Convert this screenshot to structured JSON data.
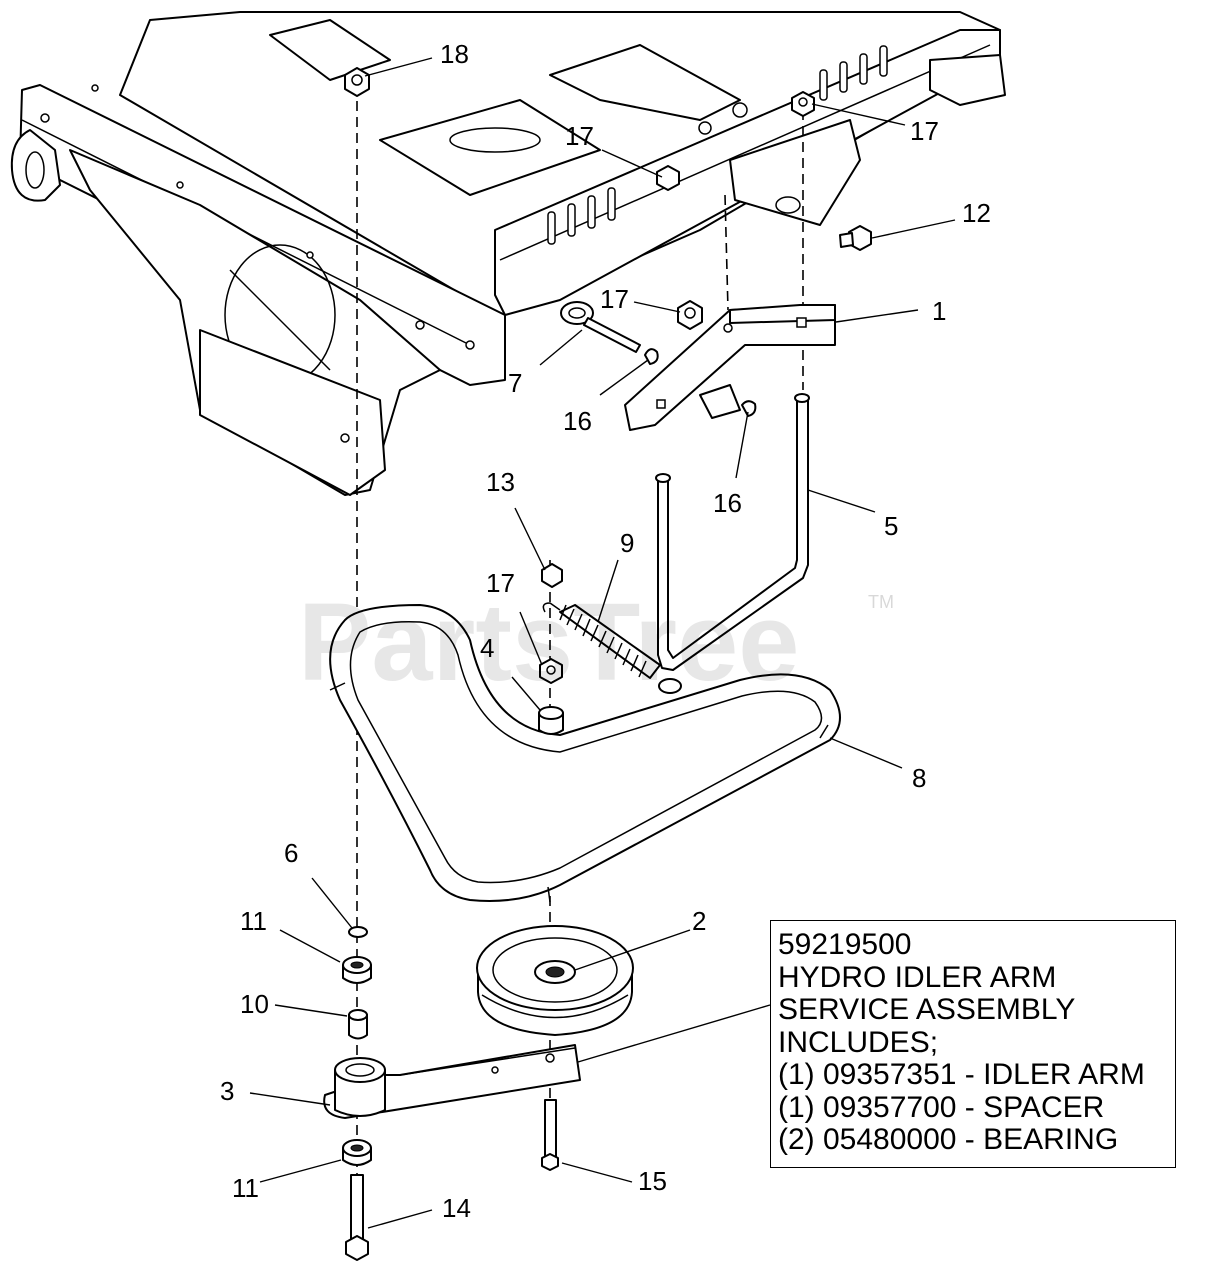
{
  "watermark": {
    "text": "PartsTree",
    "trademark": "TM"
  },
  "callouts": [
    "1",
    "2",
    "3",
    "4",
    "5",
    "6",
    "7",
    "8",
    "9",
    "10",
    "11",
    "11",
    "12",
    "13",
    "14",
    "15",
    "16",
    "16",
    "17",
    "17",
    "17",
    "17",
    "18"
  ],
  "info_box": {
    "lines": [
      "59219500",
      "HYDRO IDLER ARM",
      "SERVICE ASSEMBLY",
      "INCLUDES;",
      "(1) 09357351 - IDLER ARM",
      "(1) 09357700 - SPACER",
      "(2) 05480000 - BEARING"
    ]
  }
}
